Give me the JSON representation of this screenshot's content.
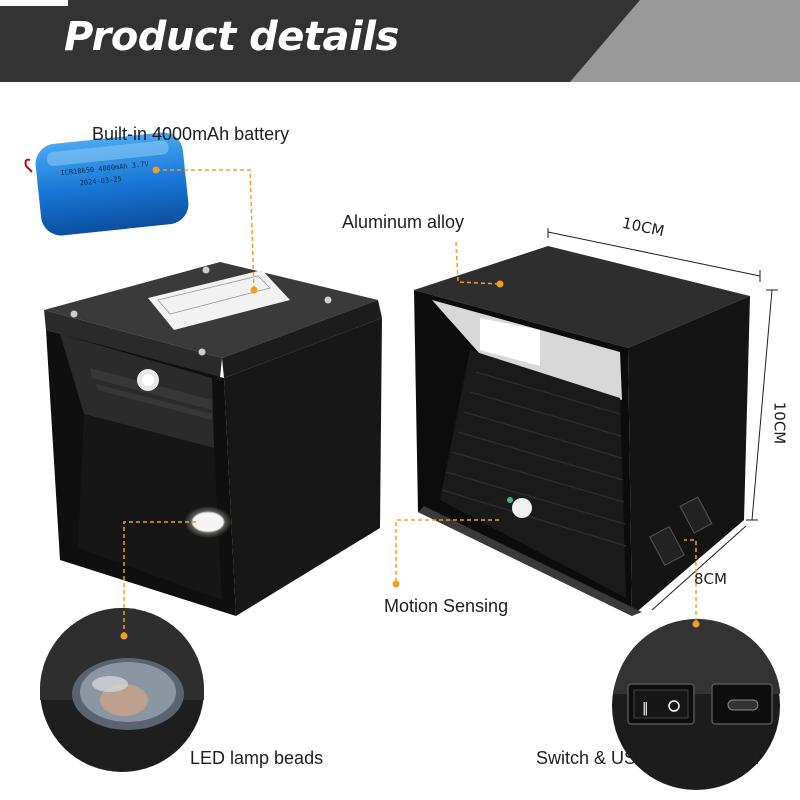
{
  "header": {
    "title": "Product details",
    "bg_color": "#333333",
    "accent_color": "#999999"
  },
  "callouts": {
    "battery": "Built-in 4000mAh battery",
    "aluminum": "Aluminum alloy",
    "motion": "Motion Sensing",
    "led": "LED lamp beads",
    "switch_usb": "Switch & USB charging port",
    "line_color": "#f0a020"
  },
  "dimensions": {
    "width": "10CM",
    "height": "10CM",
    "depth": "8CM"
  },
  "battery_label": {
    "line1": "ICR18650 4000mAh 3.7V",
    "line2": "2024-03-25"
  },
  "icons": [
    "battery-photo",
    "led-lamp-photo",
    "switch-port-photo",
    "lamp-front-photo",
    "lamp-back-photo"
  ]
}
